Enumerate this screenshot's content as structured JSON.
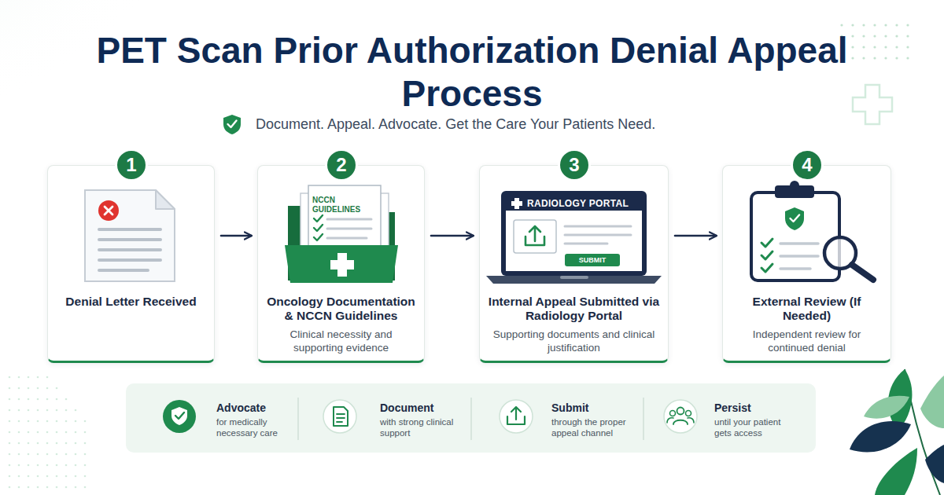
{
  "diagram": {
    "title": "PET Scan Prior Authorization Denial Appeal Process",
    "nodes": [
      {
        "text": [
          "Denial Letter Received"
        ]
      },
      {
        "text": [
          "1"
        ],
        "in": 0
      },
      {
        "text": [
          "Oncology Documentation & NCCN Guidelines",
          "Clinical necessity and supporting evidence"
        ]
      },
      {
        "text": [
          "2"
        ],
        "in": 2
      },
      {
        "text": [
          "Internal Appeal Submitted via Radiology Portal",
          "Supporting documents and clinical justification"
        ]
      },
      {
        "text": [
          "3"
        ],
        "in": 4
      },
      {
        "text": [
          "External Review (If Needed)",
          "Independent review for continued denial"
        ]
      },
      {
        "text": [
          "4"
        ],
        "in": 6
      },
      {
        "text": [
          "Advocate",
          "for medically necessary care",
          "Document",
          "with strong clinical support",
          "Submit",
          "through the proper appeal channel",
          "Persist",
          "until your patient gets access"
        ]
      }
    ],
    "edges": [
      {
        "from": 0,
        "to": 2,
        "arrow": "to"
      },
      {
        "from": 2,
        "to": 4,
        "arrow": "to"
      },
      {
        "from": 4,
        "to": 6,
        "arrow": "to"
      }
    ],
    "labels": [
      "Document. Appeal. Advocate. Get the Care Your Patients Need.",
      "NCCN GUIDELINES",
      "RADIOLOGY PORTAL",
      "SUBMIT"
    ]
  }
}
